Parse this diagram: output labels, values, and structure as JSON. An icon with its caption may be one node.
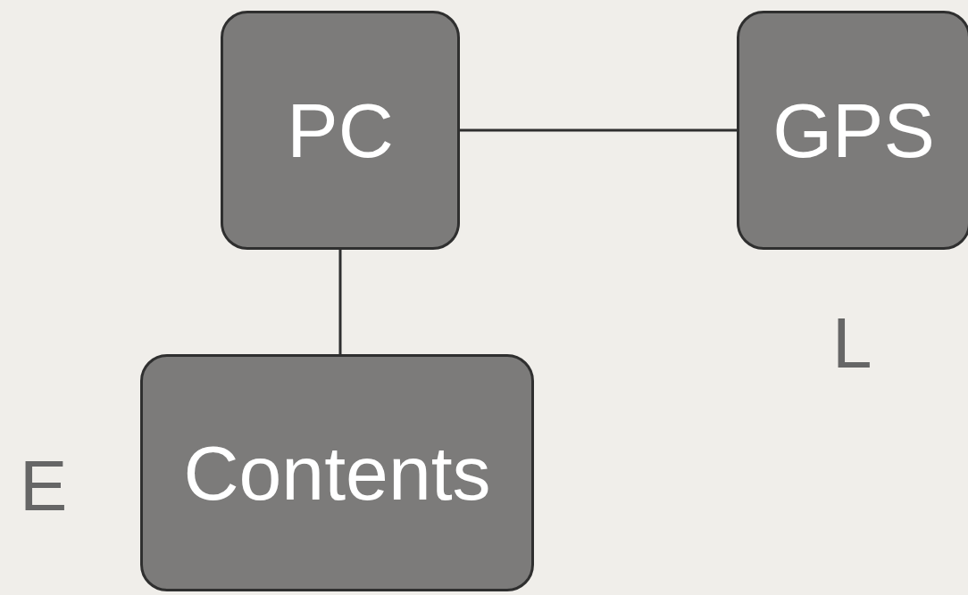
{
  "diagram": {
    "nodes": [
      {
        "text": [
          "PC"
        ]
      },
      {
        "text": [
          "GPS"
        ]
      },
      {
        "text": [
          "Contents"
        ]
      }
    ],
    "edges": [
      {
        "from": 0,
        "to": 1,
        "arrow": "none"
      },
      {
        "from": 0,
        "to": 2,
        "arrow": "none"
      }
    ],
    "labels": [
      "L",
      "E"
    ]
  }
}
